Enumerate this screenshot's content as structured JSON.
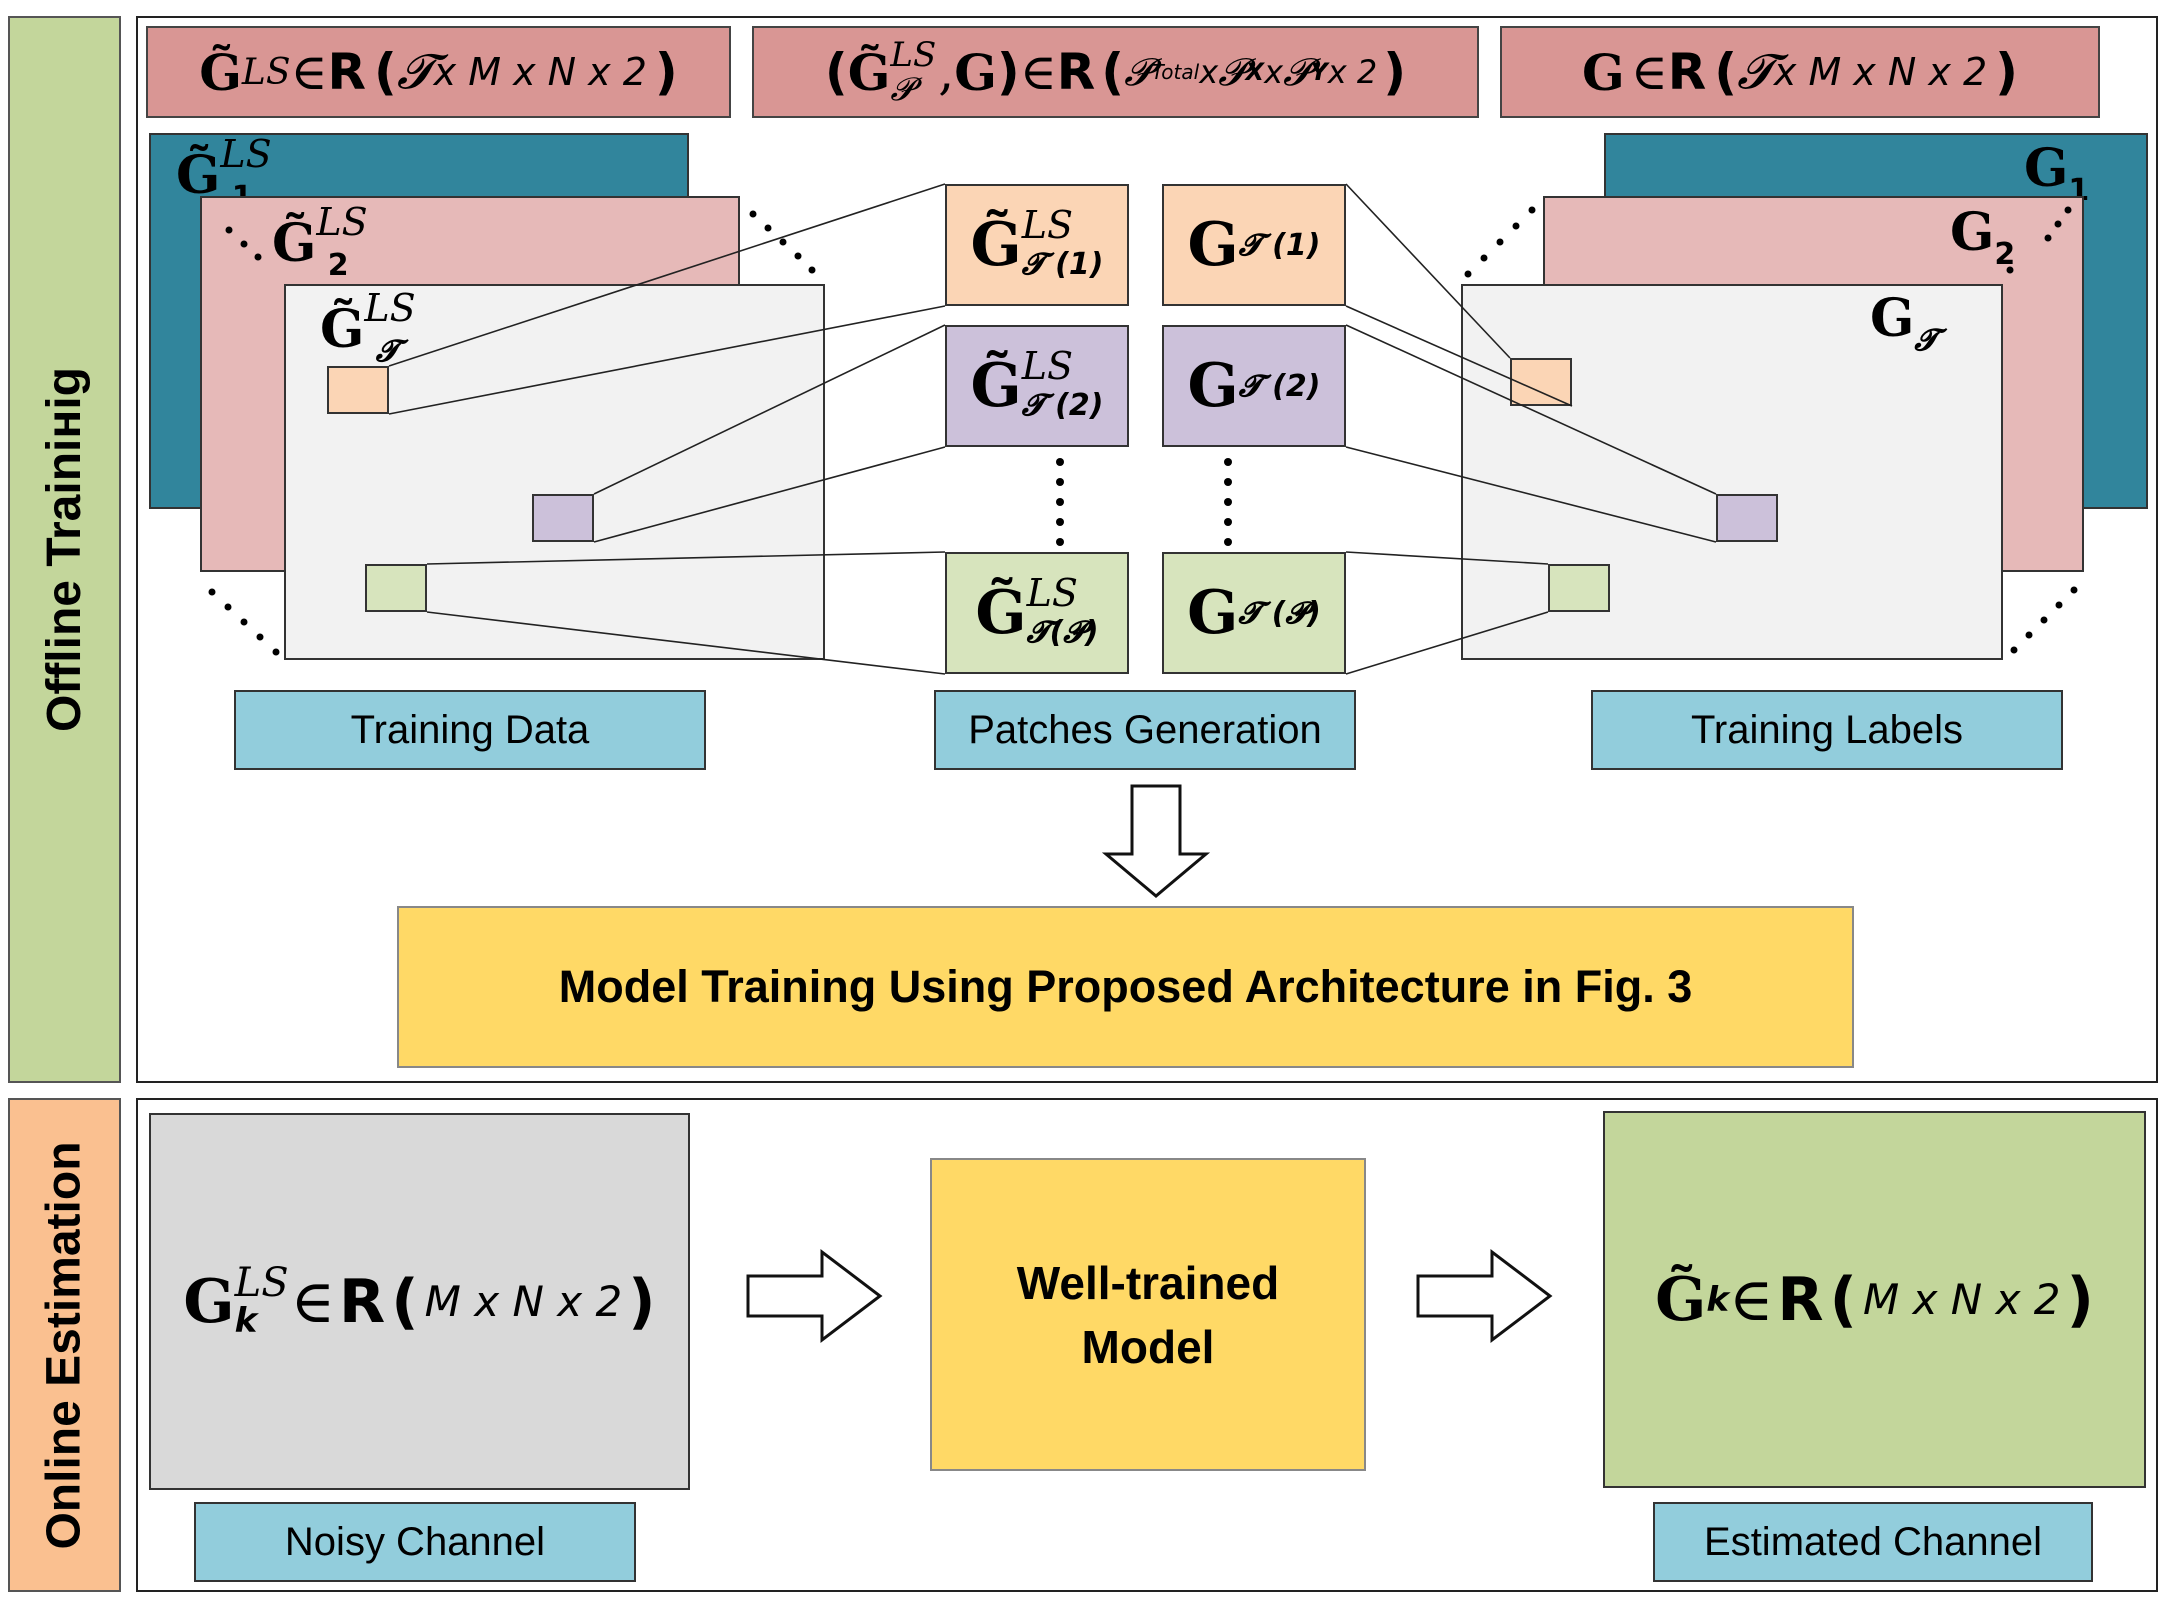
{
  "sections": {
    "offline": "Offline Trainінig",
    "online": "Online Estimation"
  },
  "headers": {
    "left": {
      "sym": "G̃",
      "sup": "LS",
      "in": "∈",
      "R": "R",
      "open": "(",
      "tau": "𝓣",
      "dims": " x M x N x 2",
      "close": ")"
    },
    "middle": {
      "open": "(",
      "sym": "G̃",
      "sup": "LS",
      "subP": "𝓟",
      "comma": ",",
      "G": "G",
      "close1": ")",
      "in": "∈",
      "R": "R",
      "open2": "(",
      "P1": "𝓟",
      "sub1": "Total",
      "x1": "x ",
      "P2": "𝓟",
      "sub2": "X",
      "x2": " x ",
      "P3": "𝓟",
      "sub3": "Y",
      "tail": " x 2",
      "close2": ")"
    },
    "right": {
      "sym": "G",
      "in": "∈",
      "R": "R",
      "open": "(",
      "tau": "𝓣",
      "dims": " x M x N x 2",
      "close": ")"
    }
  },
  "training_data": {
    "layer1": {
      "sym": "G̃",
      "sup": "LS",
      "sub": "1"
    },
    "layer2": {
      "sym": "G̃",
      "sup": "LS",
      "sub": "2"
    },
    "layer3": {
      "sym": "G̃",
      "sup": "LS",
      "sub": "𝓣"
    },
    "label": "Training Data"
  },
  "patches": {
    "p1_data": {
      "sym": "G̃",
      "sup": "LS",
      "sub": "𝓣 (1)"
    },
    "p2_data": {
      "sym": "G̃",
      "sup": "LS",
      "sub": "𝓣 (2)"
    },
    "p3_data": {
      "sym": "G̃",
      "sup": "LS",
      "sub": "𝓣(𝓟)"
    },
    "p1_label": {
      "sym": "G",
      "sub": "𝓣 (1)"
    },
    "p2_label": {
      "sym": "G",
      "sub": "𝓣 (2)"
    },
    "p3_label": {
      "sym": "G",
      "sub": "𝓣 (𝓟)"
    },
    "label": "Patches Generation"
  },
  "training_labels": {
    "layer1": {
      "sym": "G",
      "sub": "1"
    },
    "layer2": {
      "sym": "G",
      "sub": "2"
    },
    "layer3": {
      "sym": "G",
      "sub": "𝓣"
    },
    "label": "Training Labels"
  },
  "model_training": "Model Training Using Proposed Architecture in Fig. 3",
  "online": {
    "noisy": {
      "sym": "G",
      "sup": "LS",
      "sub": "k",
      "in": "∈",
      "R": "R",
      "open": "(",
      "dims": "M x N x 2",
      "close": ")",
      "label": "Noisy Channel"
    },
    "model": {
      "line1": "Well-trained",
      "line2": "Model"
    },
    "estimated": {
      "sym": "G̃",
      "sub": "k",
      "in": "∈",
      "R": "R",
      "open": "(",
      "dims": "M x N x 2",
      "close": ")",
      "label": "Estimated Channel"
    }
  },
  "colors": {
    "side_offline": "#c3d69b",
    "side_online": "#fac090",
    "header": "#d99694",
    "teal": "#31859c",
    "pink": "#e6b9b8",
    "sheet": "#f2f2f2",
    "label": "#92cddc",
    "yellow": "#ffd966",
    "patch_orange": "#fbd5b5",
    "patch_purple": "#ccc1da",
    "patch_green": "#d7e4bd",
    "noisy": "#d9d9d9",
    "estimated": "#c3d69b"
  }
}
